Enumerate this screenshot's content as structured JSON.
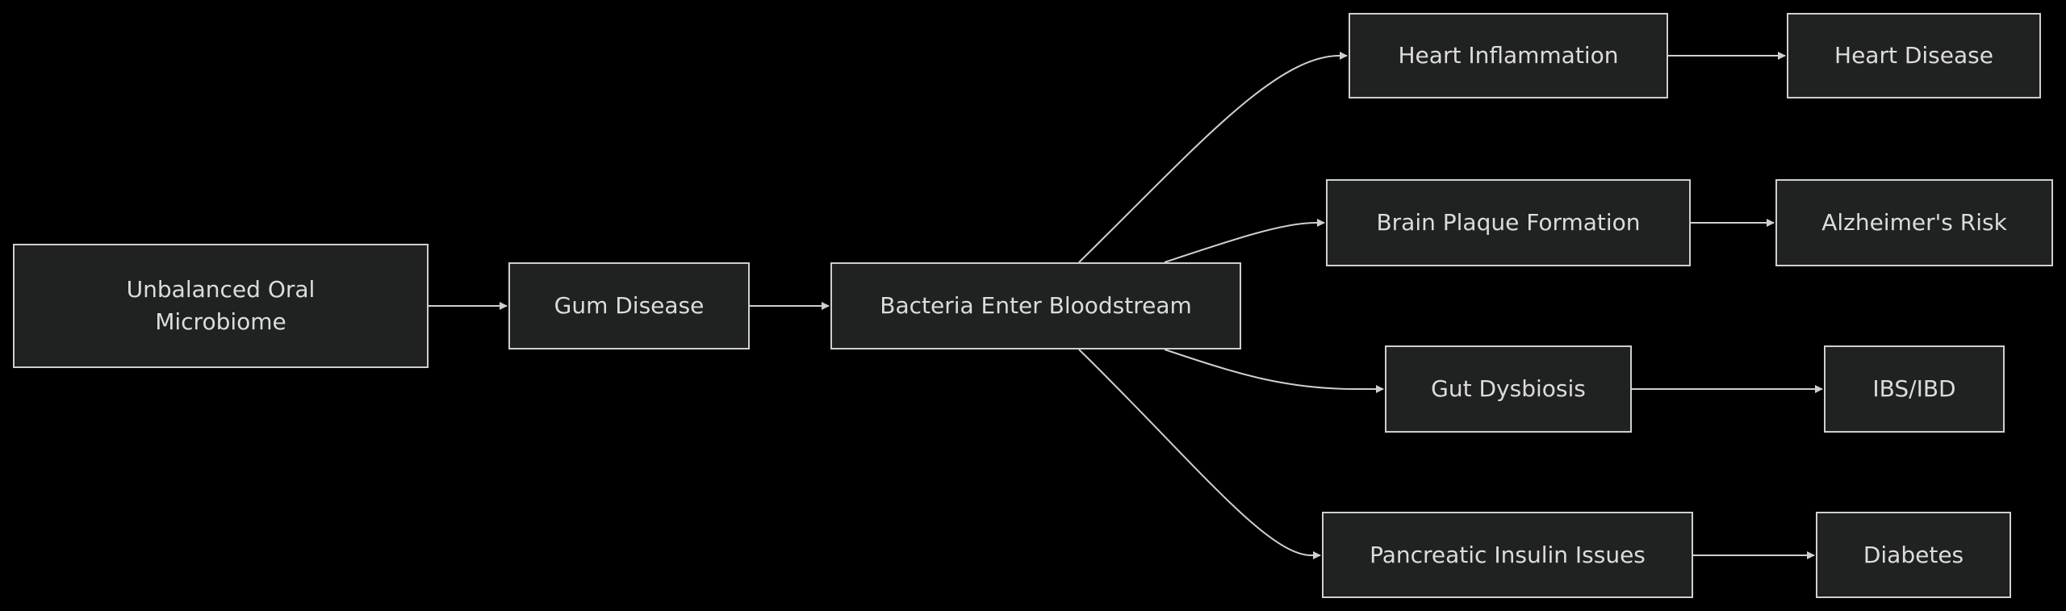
{
  "nodes": {
    "oral": "Unbalanced Oral Microbiome",
    "gum": "Gum Disease",
    "bacteria": "Bacteria Enter Bloodstream",
    "heart_inflammation": "Heart Inflammation",
    "heart_disease": "Heart Disease",
    "brain_plaque": "Brain Plaque Formation",
    "alzheimers": "Alzheimer's Risk",
    "gut": "Gut Dysbiosis",
    "ibs": "IBS/IBD",
    "pancreatic": "Pancreatic Insulin Issues",
    "diabetes": "Diabetes"
  },
  "colors": {
    "background": "#000000",
    "node_fill": "#202121",
    "stroke": "#cfcfcf",
    "text": "#dcdcdc"
  }
}
